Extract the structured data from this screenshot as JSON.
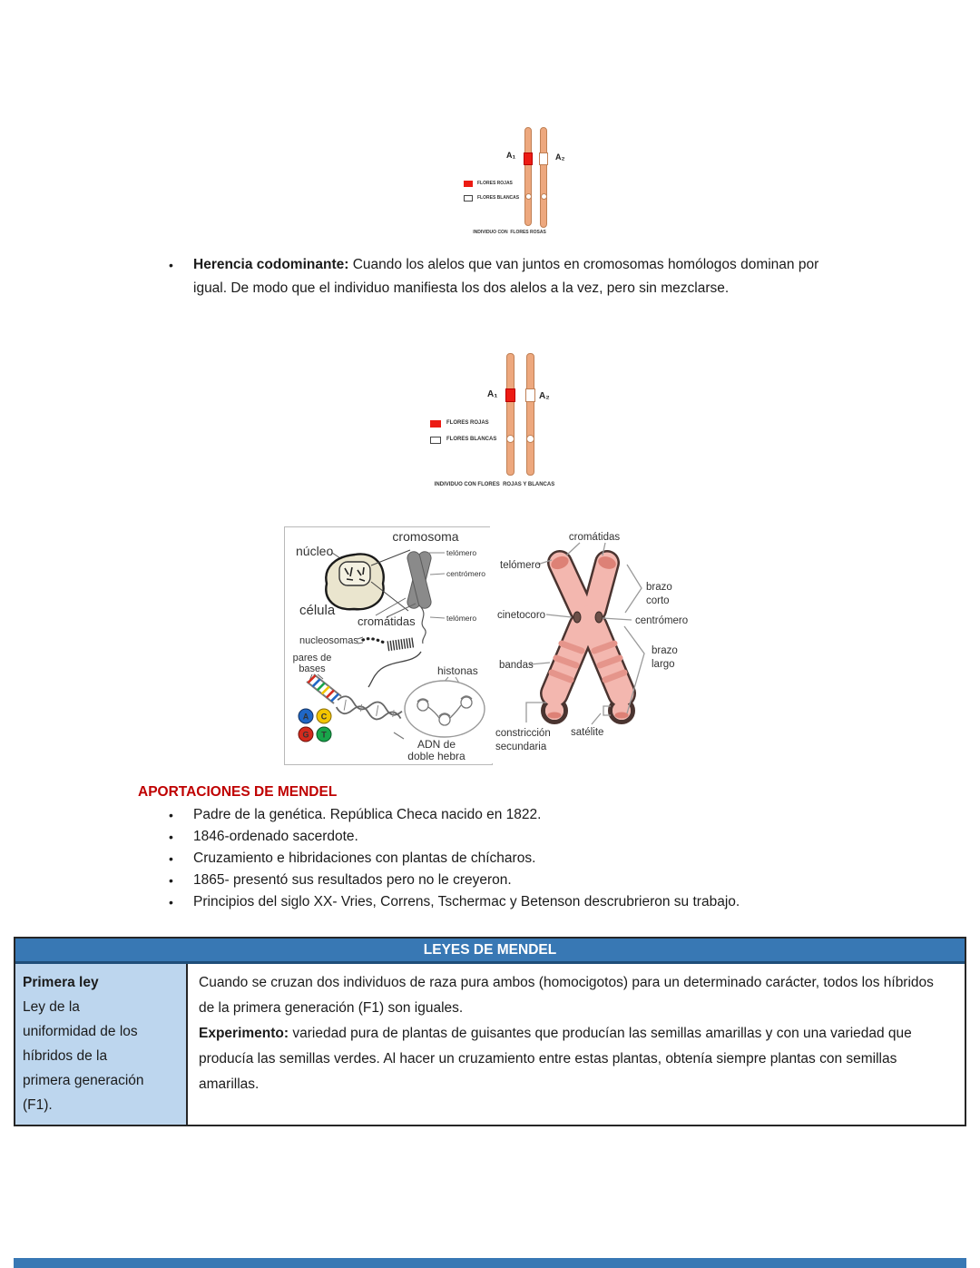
{
  "ui": {
    "bullet": "•"
  },
  "colors": {
    "accent_red": "#EC1B13",
    "heading_red": "#BF0000",
    "table_header_blue": "#3878B4",
    "table_header_underline": "#1F4E79",
    "table_left_cell_blue": "#BDD6EE",
    "chromosome_tan": "#EDA87E",
    "chromosome_pink": "#F3B7AF"
  },
  "figure1": {
    "a1": "A₁",
    "a2": "A₂",
    "legend_red": "FLORES ROJAS",
    "legend_white": "FLORES BLANCAS",
    "caption": "INDIVIDUO CON  FLORES ROSAS"
  },
  "codominante": {
    "term": "Herencia codominante:",
    "text": " Cuando los alelos que van juntos en cromosomas homólogos dominan por igual. De modo que el individuo manifiesta los dos alelos a la vez, pero sin mezclarse."
  },
  "figure2": {
    "a1": "A₁",
    "a2": "A₂",
    "legend_red": "FLORES ROJAS",
    "legend_white": "FLORES BLANCAS",
    "caption": "INDIVIDUO CON FLORES  ROJAS Y BLANCAS"
  },
  "figure3": {
    "title": "cromosoma",
    "nucleo": "núcleo",
    "celula": "célula",
    "telomero_sup": "telómero",
    "centromero": "centrómero",
    "cromatidas": "cromátidas",
    "telomero_inf": "telómero",
    "nucleosomas": "nucleosomas",
    "pares_1": "pares de",
    "pares_2": "bases",
    "histonas": "histonas",
    "adn_1": "ADN de",
    "adn_2": "doble hebra",
    "base_a": "A",
    "base_c": "C",
    "base_g": "G",
    "base_t": "T"
  },
  "figure4": {
    "cromatidas": "cromátidas",
    "telomero": "telómero",
    "cinetocoro": "cinetocoro",
    "bandas": "bandas",
    "constriccion_1": "constricción",
    "constriccion_2": "secundaria",
    "satelite": "satélite",
    "brazo_corto_1": "brazo",
    "brazo_corto_2": "corto",
    "centromero": "centrómero",
    "brazo_largo_1": "brazo",
    "brazo_largo_2": "largo"
  },
  "aportaciones": {
    "title": "APORTACIONES DE MENDEL",
    "items": [
      "Padre de la genética. República Checa nacido en 1822.",
      "1846-ordenado sacerdote.",
      "Cruzamiento e hibridaciones con plantas de chícharos.",
      "1865- presentó sus resultados pero no le creyeron.",
      "Principios del siglo XX- Vries, Correns, Tschermac y Betenson descrubrieron su trabajo."
    ]
  },
  "tabla": {
    "header": "LEYES DE MENDEL",
    "left_lines": [
      "Primera ley",
      "Ley de la",
      "uniformidad de los",
      "híbridos de la",
      "primera generación",
      "(F1)."
    ],
    "p1": "Cuando se cruzan dos individuos de raza pura ambos (homocigotos) para un determinado carácter, todos los híbridos de la primera generación (F1) son iguales.",
    "p2_term": "Experimento:",
    "p2_text": " variedad pura de plantas de guisantes que producían las semillas amarillas y con una variedad que producía las semillas verdes. Al hacer un cruzamiento entre estas plantas, obtenía siempre plantas con semillas amarillas."
  }
}
